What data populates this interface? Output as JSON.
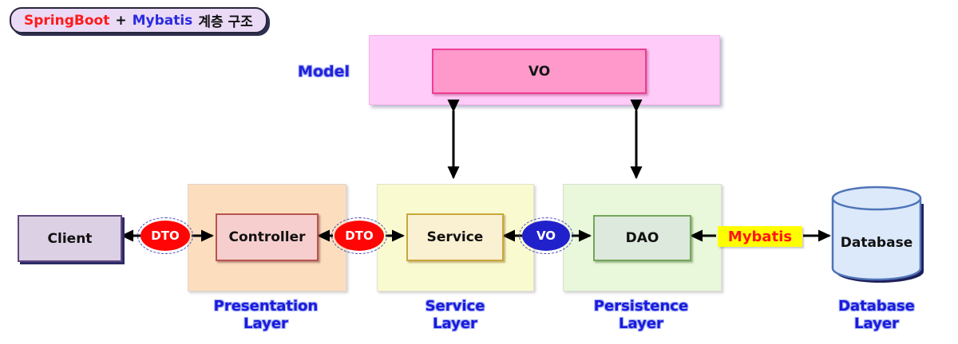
{
  "title_badge": {
    "springboot": "SpringBoot",
    "plus": "+",
    "mybatis": "Mybatis",
    "korean": "계층 구조"
  },
  "model_area": {
    "label": "Model",
    "vo_box": "VO"
  },
  "flow": {
    "client": "Client",
    "dto_left": "DTO",
    "controller": "Controller",
    "dto_right": "DTO",
    "service": "Service",
    "vo_connector": "VO",
    "dao": "DAO",
    "mybatis": "Mybatis",
    "database": "Database"
  },
  "layer_labels": {
    "presentation": {
      "line1": "Presentation",
      "line2": "Layer"
    },
    "service": {
      "line1": "Service",
      "line2": "Layer"
    },
    "persistence": {
      "line1": "Persistence",
      "line2": "Layer"
    },
    "database": {
      "line1": "Database",
      "line2": "Layer"
    }
  },
  "colors": {
    "badge-bg": "#EADAF6",
    "badge-border": "#26263A",
    "title-red": "#FF1A1A",
    "title-blue": "#2B2BDF",
    "model-box-bg": "#FFCBF9",
    "vo-box-bg": "#FF99CB",
    "vo-box-border": "#EE3C96",
    "model-label-blue": "#2222DD",
    "client-bg": "#DCD0E4",
    "client-border": "#5E4680",
    "presentation-bg": "#FCDEBE",
    "controller-bg": "#F6CECE",
    "controller-border": "#B85450",
    "service-layer-bg": "#FAFAD0",
    "service-bg": "#FAF0D2",
    "service-border": "#C9A73C",
    "persistence-bg": "#E9F7DA",
    "dao-bg": "#DDE9DC",
    "dao-border": "#73A65A",
    "connector-red": "#FF0505",
    "connector-blue": "#2121CB",
    "mybatis-bg": "#FFFF00",
    "mybatis-text": "#FF1616",
    "db-bg": "#DCE9FB",
    "db-border": "#4F74B8",
    "db-shadow": "#1E1E5A",
    "label-blue": "#1A1ADC",
    "label-halo": "#A7B2F3",
    "arrow-black": "#000000"
  }
}
